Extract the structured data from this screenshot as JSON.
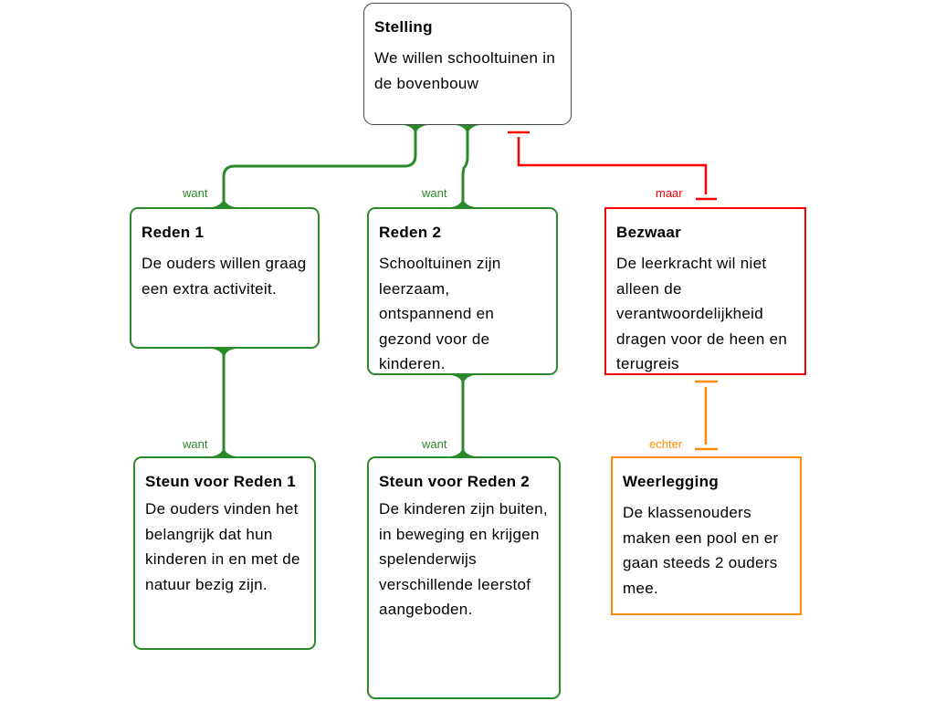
{
  "nodes": {
    "stelling": {
      "title": "Stelling",
      "body": "We willen schooltuinen in de bovenbouw"
    },
    "reden1": {
      "title": "Reden 1",
      "body": "De ouders willen graag een extra activiteit."
    },
    "reden2": {
      "title": "Reden 2",
      "body": "Schooltuinen zijn leerzaam, ontspannend en gezond voor de kinderen."
    },
    "bezwaar": {
      "title": "Bezwaar",
      "body": "De leerkracht wil niet alleen de verantwoordelijkheid dragen voor de heen en terugreis"
    },
    "steun1": {
      "title": "Steun voor Reden 1",
      "body": "De ouders vinden het belangrijk dat hun kinderen in en met de natuur bezig zijn."
    },
    "steun2": {
      "title": "Steun voor Reden 2",
      "body": "De kinderen zijn buiten, in beweging en krijgen spelenderwijs verschillende leerstof aangeboden."
    },
    "weerlegging": {
      "title": "Weerlegging",
      "body": "De klassenouders maken een pool en er gaan steeds 2 ouders mee."
    }
  },
  "links": {
    "want": "want",
    "maar": "maar",
    "echter": "echter"
  },
  "colors": {
    "support": "#2a8a2a",
    "objection": "#ff0000",
    "rebuttal": "#ff8c00"
  }
}
